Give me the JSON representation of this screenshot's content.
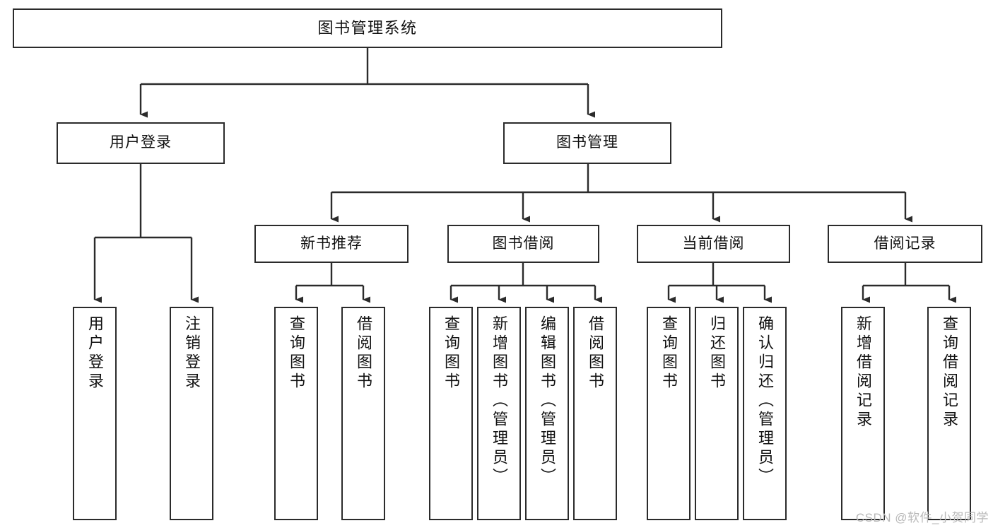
{
  "diagram": {
    "title": "图书管理系统",
    "type": "tree",
    "watermark": "CSDN @软件_小贺同学",
    "accent_color": "#2b2b2b",
    "background_color": "#ffffff",
    "text_color": "#111111",
    "watermark_color": "#b9b9b9"
  },
  "nodes": {
    "root": {
      "label": "图书管理系统",
      "level": 1
    },
    "level2": [
      {
        "id": "user-login",
        "label": "用户登录",
        "level": 2
      },
      {
        "id": "book-manage",
        "label": "图书管理",
        "level": 2
      }
    ],
    "level3": [
      {
        "id": "new-book-recommend",
        "label": "新书推荐",
        "level": 3,
        "parent": "book-manage"
      },
      {
        "id": "book-borrow",
        "label": "图书借阅",
        "level": 3,
        "parent": "book-manage"
      },
      {
        "id": "current-borrow",
        "label": "当前借阅",
        "level": 3,
        "parent": "book-manage"
      },
      {
        "id": "borrow-record",
        "label": "借阅记录",
        "level": 3,
        "parent": "book-manage"
      }
    ],
    "leaves": [
      {
        "id": "leaf-user-login",
        "label": "用户登录",
        "parent": "user-login"
      },
      {
        "id": "leaf-logout-login",
        "label": "注销登录",
        "parent": "user-login"
      },
      {
        "id": "leaf-query-book-1",
        "label": "查询图书",
        "parent": "new-book-recommend"
      },
      {
        "id": "leaf-borrow-book-1",
        "label": "借阅图书",
        "parent": "new-book-recommend"
      },
      {
        "id": "leaf-query-book-2",
        "label": "查询图书",
        "parent": "book-borrow"
      },
      {
        "id": "leaf-add-book",
        "label": "新增图书（管理员）",
        "parent": "book-borrow"
      },
      {
        "id": "leaf-edit-book",
        "label": "编辑图书（管理员）",
        "parent": "book-borrow"
      },
      {
        "id": "leaf-borrow-book-2",
        "label": "借阅图书",
        "parent": "book-borrow"
      },
      {
        "id": "leaf-query-book-3",
        "label": "查询图书",
        "parent": "current-borrow"
      },
      {
        "id": "leaf-return-book",
        "label": "归还图书",
        "parent": "current-borrow"
      },
      {
        "id": "leaf-confirm-return",
        "label": "确认归还（管理员）",
        "parent": "current-borrow"
      },
      {
        "id": "leaf-add-record",
        "label": "新增借阅记录",
        "parent": "borrow-record"
      },
      {
        "id": "leaf-query-record",
        "label": "查询借阅记录",
        "parent": "borrow-record"
      }
    ],
    "leaf_extra": {
      "id": "leaf-query-record-last",
      "label": "查询借阅记录"
    }
  }
}
